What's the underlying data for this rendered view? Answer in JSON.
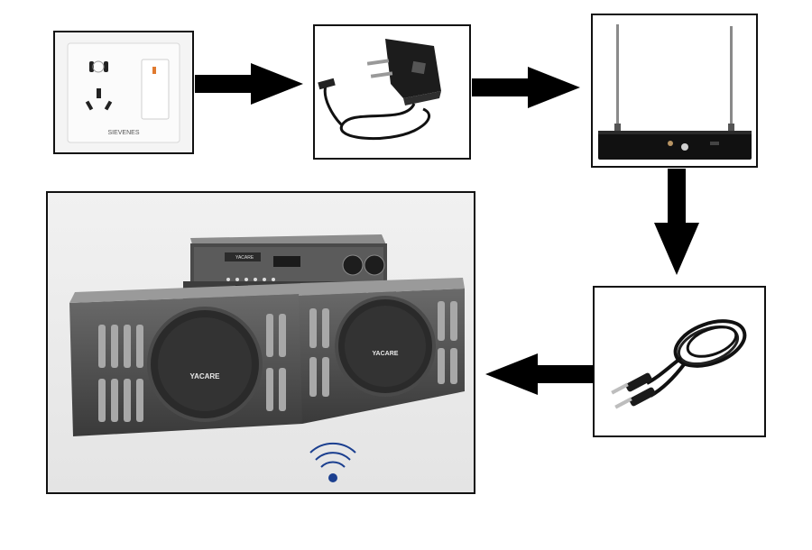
{
  "outlet": {
    "brand_label": "SIEVENES",
    "icon": "power-outlet-icon"
  },
  "adapter": {
    "icon": "power-adapter-icon"
  },
  "receiver": {
    "icon": "wireless-receiver-icon"
  },
  "cable": {
    "icon": "audio-cable-icon"
  },
  "system": {
    "amp_brand": "YACARE",
    "speaker_left_brand": "YACARE",
    "speaker_right_brand": "YACARE",
    "wireless_icon": "wifi-signal-icon"
  },
  "colors": {
    "border": "#111111",
    "arrow": "#000000",
    "signal": "#1b3f8f"
  }
}
